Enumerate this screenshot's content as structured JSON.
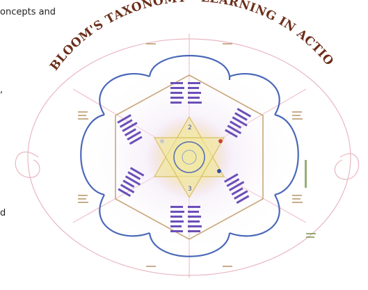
{
  "left_fragments": {
    "top": "oncepts and",
    "middle": ",",
    "bottom": "d"
  },
  "diagram": {
    "title": "BLOOM'S TAXONOMY - LEARNING IN ACTION",
    "center_numbers": [
      "2",
      "3"
    ],
    "colors": {
      "outline_blue": "#4a68b8",
      "guide_pink": "#e8a8b8",
      "hexagon_tan": "#c9a77a",
      "verb_purple": "#6b4fb8",
      "center_yellow": "#f0e6a0",
      "title_brown": "#6b2e1a"
    }
  }
}
